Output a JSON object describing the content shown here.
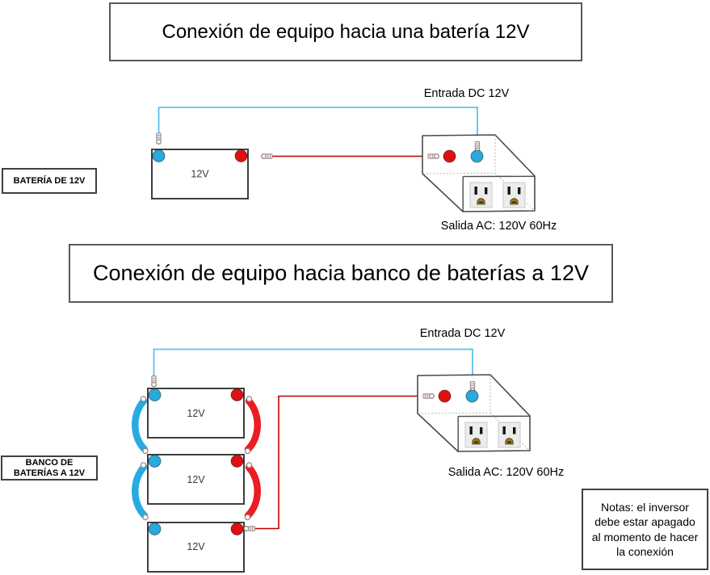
{
  "colors": {
    "wire_blue": "#5bc2ed",
    "wire_red": "#c00000",
    "cable_blue": "#29abe2",
    "cable_red": "#ec1c24",
    "terminal_blue": "#29a9dc",
    "terminal_red": "#e01010"
  },
  "section1": {
    "title": "Conexión de equipo hacia una batería 12V",
    "side_label": "BATERÍA DE 12V",
    "battery_label": "12V",
    "input_label": "Entrada DC 12V",
    "output_label": "Salida AC: 120V 60Hz"
  },
  "section2": {
    "title": "Conexión de equipo hacia banco de baterías a 12V",
    "side_label_lines": [
      "BANCO DE",
      "BATERÍAS A 12V"
    ],
    "battery_labels": [
      "12V",
      "12V",
      "12V"
    ],
    "input_label": "Entrada DC 12V",
    "output_label": "Salida AC: 120V 60Hz",
    "notes_lines": [
      "Notas: el inversor",
      "debe estar apagado",
      "al momento de hacer",
      "la conexión"
    ]
  }
}
